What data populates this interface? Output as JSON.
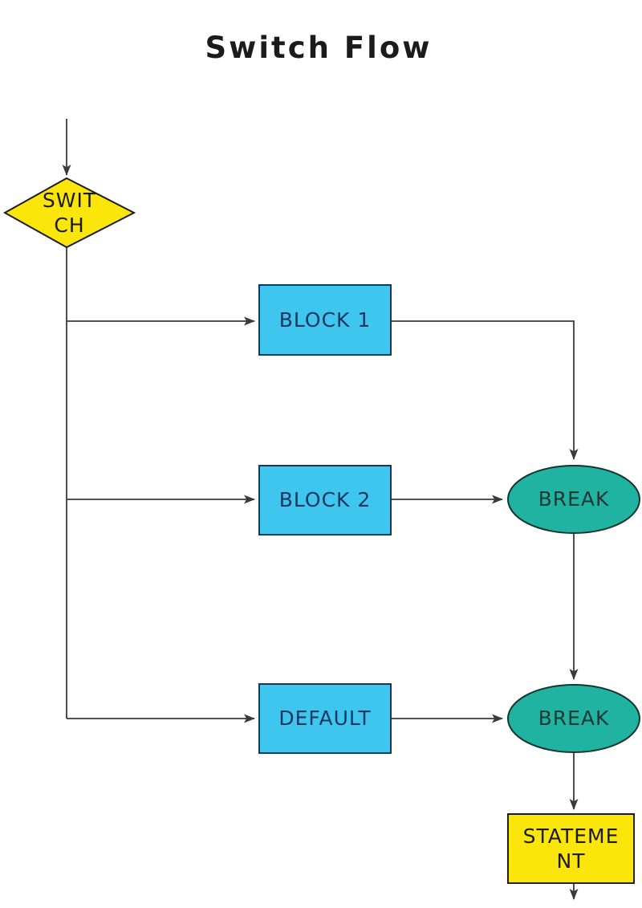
{
  "title": "Switch Flow",
  "nodes": {
    "switch": {
      "label": "SWIT\nCH",
      "shape": "diamond",
      "fill": "#fae60a",
      "stroke": "#1c1c1c"
    },
    "block1": {
      "label": "BLOCK 1",
      "shape": "rect",
      "fill": "#3ec6ee",
      "stroke": "#17375e"
    },
    "block2": {
      "label": "BLOCK 2",
      "shape": "rect",
      "fill": "#3ec6ee",
      "stroke": "#17375e"
    },
    "default": {
      "label": "DEFAULT",
      "shape": "rect",
      "fill": "#3ec6ee",
      "stroke": "#17375e"
    },
    "break1": {
      "label": "BREAK",
      "shape": "ellipse",
      "fill": "#21b3a1",
      "stroke": "#12352f"
    },
    "break2": {
      "label": "BREAK",
      "shape": "ellipse",
      "fill": "#21b3a1",
      "stroke": "#12352f"
    },
    "statement": {
      "label": "STATEME\nNT",
      "shape": "rect",
      "fill": "#fae60a",
      "stroke": "#1c1c1c"
    }
  },
  "edges": [
    {
      "from": "start",
      "to": "switch"
    },
    {
      "from": "switch",
      "to": "block1"
    },
    {
      "from": "switch",
      "to": "block2"
    },
    {
      "from": "switch",
      "to": "default"
    },
    {
      "from": "block1",
      "to": "break1"
    },
    {
      "from": "block2",
      "to": "break1"
    },
    {
      "from": "break1",
      "to": "break2"
    },
    {
      "from": "default",
      "to": "break2"
    },
    {
      "from": "break2",
      "to": "statement"
    },
    {
      "from": "statement",
      "to": "end"
    }
  ],
  "colors": {
    "connector": "#3a3a3a",
    "background": "#ffffff",
    "title_text": "#1b1b1b",
    "block_text": "#17375e",
    "break_text": "#1e3732",
    "yellow_node_text": "#1a1a1a"
  }
}
